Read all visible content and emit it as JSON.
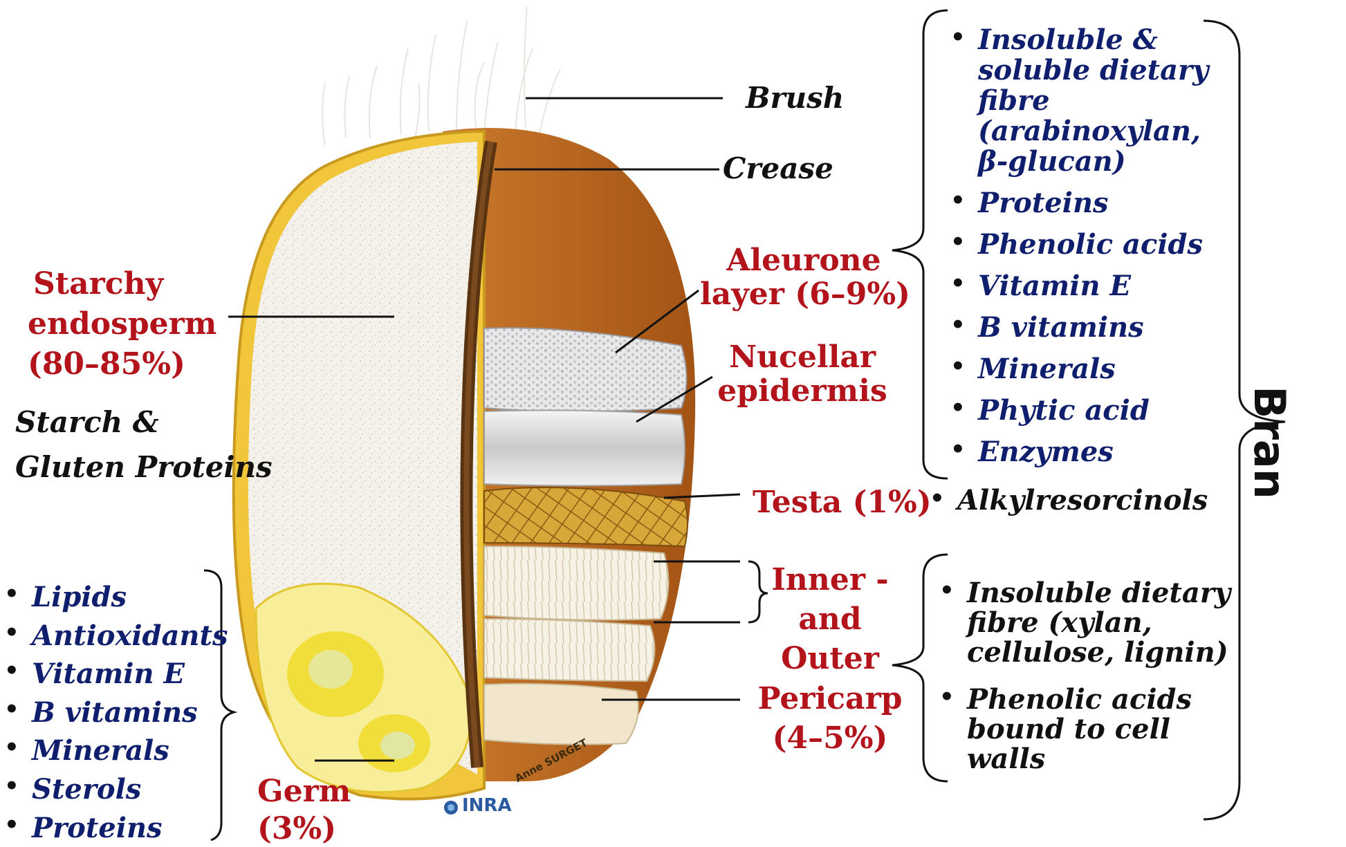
{
  "labels": {
    "brush": "Brush",
    "crease": "Crease",
    "aleurone": [
      "Aleurone",
      "layer (6–9%)"
    ],
    "nucellar": [
      "Nucellar",
      "epidermis"
    ],
    "testa": "Testa (1%)",
    "pericarp": [
      "Inner -",
      "and",
      "Outer",
      "Pericarp",
      "(4–5%)"
    ],
    "starchy": [
      "Starchy",
      "endosperm",
      "(80–85%)"
    ],
    "starch_gluten": [
      "Starch &",
      "Gluten Proteins"
    ],
    "germ": [
      "Germ",
      "(3%)"
    ],
    "bran": "Bran",
    "credit": "INRA",
    "credit_author": "Anne SURGET"
  },
  "aleurone_components": [
    [
      "Insoluble &",
      "soluble dietary",
      "fibre",
      "(arabinoxylan,",
      "β-glucan)"
    ],
    [
      "Proteins"
    ],
    [
      "Phenolic acids"
    ],
    [
      "Vitamin E"
    ],
    [
      "B vitamins"
    ],
    [
      "Minerals"
    ],
    [
      "Phytic acid"
    ],
    [
      "Enzymes"
    ]
  ],
  "testa_components": [
    "Alkylresorcinols"
  ],
  "pericarp_components": [
    [
      "Insoluble dietary",
      "fibre (xylan,",
      "cellulose, lignin)"
    ],
    [
      "Phenolic acids",
      "bound to cell",
      "walls"
    ]
  ],
  "germ_components": [
    "Lipids",
    "Antioxidants",
    "Vitamin E",
    "B vitamins",
    "Minerals",
    "Sterols",
    "Proteins"
  ],
  "colors": {
    "label_red": "#b3141b",
    "list_navy": "#0f1f6e",
    "bran_brown": "#b5651d",
    "endosperm": "#f3f1ea",
    "germ_yellow": "#f2de3a",
    "testa_gold": "#d8a73a"
  }
}
